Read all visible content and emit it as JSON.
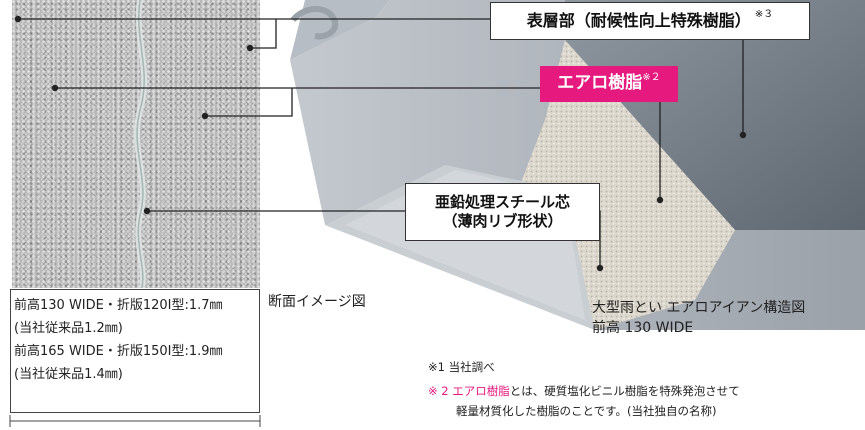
{
  "colors": {
    "accent": "#e6197f",
    "callout_border": "#333333",
    "leader_line": "#222222"
  },
  "callouts": {
    "surface_layer": {
      "text": "表層部（耐候性向上特殊樹脂）",
      "note_mark": "※３"
    },
    "aero_resin": {
      "text": "エアロ樹脂",
      "note_mark": "※２"
    },
    "steel_core": {
      "line1": "亜鉛処理スチール芯",
      "line2": "（薄肉リブ形状）"
    }
  },
  "captions": {
    "cross_section": "断面イメージ図",
    "gutter_line1": "大型雨とい エアロアイアン構造図",
    "gutter_line2": "前高 130 WIDE"
  },
  "specs": [
    "前高130 WIDE・折版120Ⅰ型:1.7㎜",
    "(当社従来品1.2㎜)",
    "前高165 WIDE・折版150Ⅰ型:1.9㎜",
    "(当社従来品1.4㎜)"
  ],
  "notes": {
    "note1": "※1 当社調べ",
    "note2_mark": "※ 2 ",
    "note2_term": "エアロ樹脂",
    "note2_rest": "とは、硬質塩化ビニル樹脂を特殊発泡させて",
    "note2_line2": "軽量材質化した樹脂のことです。(当社独自の名称)"
  }
}
